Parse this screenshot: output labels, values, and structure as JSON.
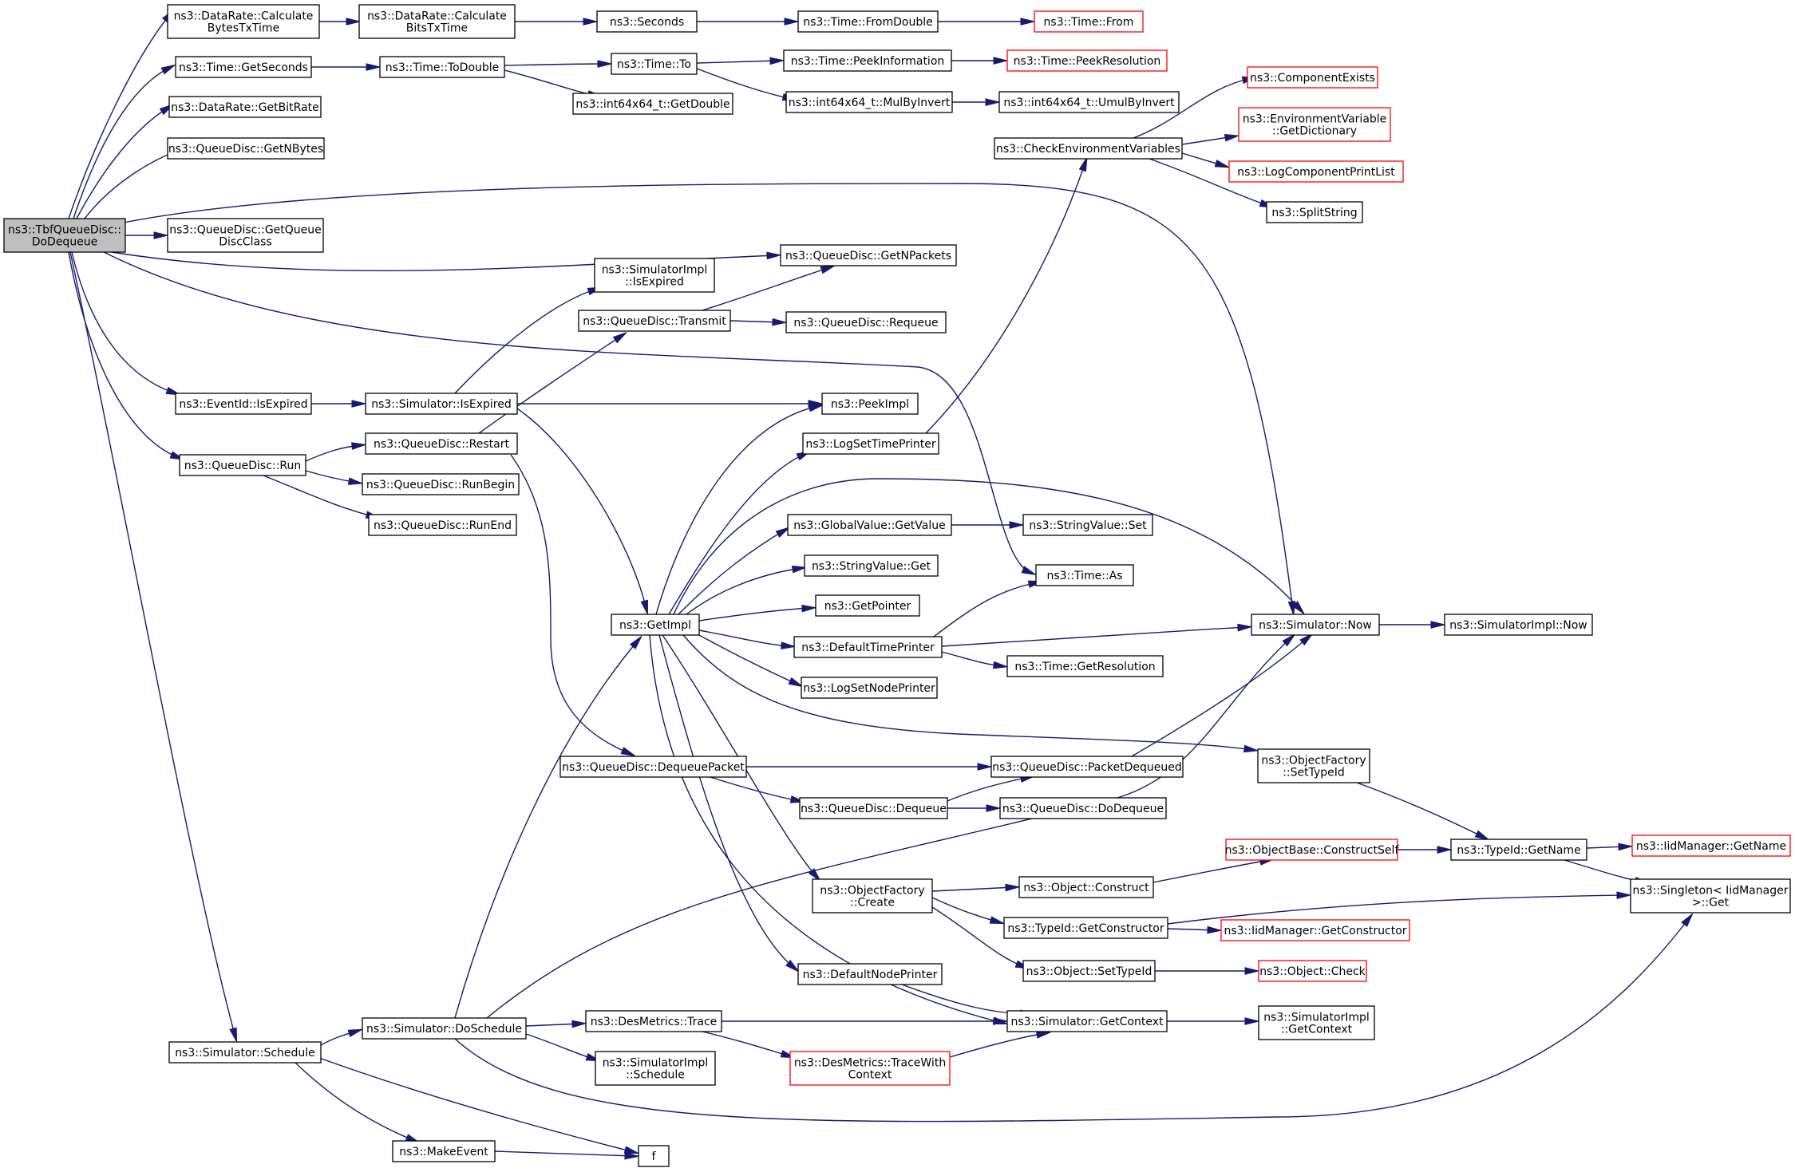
{
  "colors": {
    "edge": "#191970",
    "border_normal": "#000000",
    "border_truncated": "#ff0000",
    "fill_normal": "#ffffff",
    "fill_root": "#bfbfbf"
  },
  "nodes": [
    {
      "id": "root",
      "label": [
        "ns3::TbfQueueDisc::",
        "DoDequeue"
      ],
      "kind": "root"
    },
    {
      "id": "cbtt",
      "label": [
        "ns3::DataRate::Calculate",
        "BytesTxTime"
      ],
      "kind": "normal"
    },
    {
      "id": "cbitt",
      "label": [
        "ns3::DataRate::Calculate",
        "BitsTxTime"
      ],
      "kind": "normal"
    },
    {
      "id": "seconds",
      "label": [
        "ns3::Seconds"
      ],
      "kind": "normal"
    },
    {
      "id": "fromdouble",
      "label": [
        "ns3::Time::FromDouble"
      ],
      "kind": "normal"
    },
    {
      "id": "timefrom",
      "label": [
        "ns3::Time::From"
      ],
      "kind": "truncated"
    },
    {
      "id": "getseconds",
      "label": [
        "ns3::Time::GetSeconds"
      ],
      "kind": "normal"
    },
    {
      "id": "todouble",
      "label": [
        "ns3::Time::ToDouble"
      ],
      "kind": "normal"
    },
    {
      "id": "timeto",
      "label": [
        "ns3::Time::To"
      ],
      "kind": "normal"
    },
    {
      "id": "peekinfo",
      "label": [
        "ns3::Time::PeekInformation"
      ],
      "kind": "normal"
    },
    {
      "id": "peekres",
      "label": [
        "ns3::Time::PeekResolution"
      ],
      "kind": "truncated"
    },
    {
      "id": "getdouble",
      "label": [
        "ns3::int64x64_t::GetDouble"
      ],
      "kind": "normal"
    },
    {
      "id": "mulbyinv",
      "label": [
        "ns3::int64x64_t::MulByInvert"
      ],
      "kind": "normal"
    },
    {
      "id": "umulbyinv",
      "label": [
        "ns3::int64x64_t::UmulByInvert"
      ],
      "kind": "normal"
    },
    {
      "id": "getbitrate",
      "label": [
        "ns3::DataRate::GetBitRate"
      ],
      "kind": "normal"
    },
    {
      "id": "getnbytes",
      "label": [
        "ns3::QueueDisc::GetNBytes"
      ],
      "kind": "normal"
    },
    {
      "id": "getqdc",
      "label": [
        "ns3::QueueDisc::GetQueue",
        "DiscClass"
      ],
      "kind": "normal"
    },
    {
      "id": "getnpackets",
      "label": [
        "ns3::QueueDisc::GetNPackets"
      ],
      "kind": "normal"
    },
    {
      "id": "compexists",
      "label": [
        "ns3::ComponentExists"
      ],
      "kind": "truncated"
    },
    {
      "id": "envdict",
      "label": [
        "ns3::EnvironmentVariable",
        "::GetDictionary"
      ],
      "kind": "truncated"
    },
    {
      "id": "checkenv",
      "label": [
        "ns3::CheckEnvironmentVariables"
      ],
      "kind": "normal"
    },
    {
      "id": "logcpl",
      "label": [
        "ns3::LogComponentPrintList"
      ],
      "kind": "truncated"
    },
    {
      "id": "splitstring",
      "label": [
        "ns3::SplitString"
      ],
      "kind": "normal"
    },
    {
      "id": "simimplexp",
      "label": [
        "ns3::SimulatorImpl",
        "::IsExpired"
      ],
      "kind": "normal"
    },
    {
      "id": "transmit",
      "label": [
        "ns3::QueueDisc::Transmit"
      ],
      "kind": "normal"
    },
    {
      "id": "requeue",
      "label": [
        "ns3::QueueDisc::Requeue"
      ],
      "kind": "normal"
    },
    {
      "id": "evexp",
      "label": [
        "ns3::EventId::IsExpired"
      ],
      "kind": "normal"
    },
    {
      "id": "simexp",
      "label": [
        "ns3::Simulator::IsExpired"
      ],
      "kind": "normal"
    },
    {
      "id": "peekimpl",
      "label": [
        "ns3::PeekImpl"
      ],
      "kind": "normal"
    },
    {
      "id": "qdrun",
      "label": [
        "ns3::QueueDisc::Run"
      ],
      "kind": "normal"
    },
    {
      "id": "restart",
      "label": [
        "ns3::QueueDisc::Restart"
      ],
      "kind": "normal"
    },
    {
      "id": "logstp",
      "label": [
        "ns3::LogSetTimePrinter"
      ],
      "kind": "normal"
    },
    {
      "id": "runbegin",
      "label": [
        "ns3::QueueDisc::RunBegin"
      ],
      "kind": "normal"
    },
    {
      "id": "runend",
      "label": [
        "ns3::QueueDisc::RunEnd"
      ],
      "kind": "normal"
    },
    {
      "id": "gvgetvalue",
      "label": [
        "ns3::GlobalValue::GetValue"
      ],
      "kind": "normal"
    },
    {
      "id": "svset",
      "label": [
        "ns3::StringValue::Set"
      ],
      "kind": "normal"
    },
    {
      "id": "svget",
      "label": [
        "ns3::StringValue::Get"
      ],
      "kind": "normal"
    },
    {
      "id": "timeas",
      "label": [
        "ns3::Time::As"
      ],
      "kind": "normal"
    },
    {
      "id": "getpointer",
      "label": [
        "ns3::GetPointer"
      ],
      "kind": "normal"
    },
    {
      "id": "getimpl",
      "label": [
        "ns3::GetImpl"
      ],
      "kind": "normal"
    },
    {
      "id": "deftp",
      "label": [
        "ns3::DefaultTimePrinter"
      ],
      "kind": "normal"
    },
    {
      "id": "simnow",
      "label": [
        "ns3::Simulator::Now"
      ],
      "kind": "normal"
    },
    {
      "id": "siminow",
      "label": [
        "ns3::SimulatorImpl::Now"
      ],
      "kind": "normal"
    },
    {
      "id": "getres",
      "label": [
        "ns3::Time::GetResolution"
      ],
      "kind": "normal"
    },
    {
      "id": "logsnp",
      "label": [
        "ns3::LogSetNodePrinter"
      ],
      "kind": "normal"
    },
    {
      "id": "ofsettid",
      "label": [
        "ns3::ObjectFactory",
        "::SetTypeId"
      ],
      "kind": "normal"
    },
    {
      "id": "deqpacket",
      "label": [
        "ns3::QueueDisc::DequeuePacket"
      ],
      "kind": "normal"
    },
    {
      "id": "pktdeq",
      "label": [
        "ns3::QueueDisc::PacketDequeued"
      ],
      "kind": "normal"
    },
    {
      "id": "qddeq",
      "label": [
        "ns3::QueueDisc::Dequeue"
      ],
      "kind": "normal"
    },
    {
      "id": "qddodeq",
      "label": [
        "ns3::QueueDisc::DoDequeue"
      ],
      "kind": "normal"
    },
    {
      "id": "obcs",
      "label": [
        "ns3::ObjectBase::ConstructSelf"
      ],
      "kind": "truncated"
    },
    {
      "id": "tidgetname",
      "label": [
        "ns3::TypeId::GetName"
      ],
      "kind": "normal"
    },
    {
      "id": "iidgetname",
      "label": [
        "ns3::IidManager::GetName"
      ],
      "kind": "truncated"
    },
    {
      "id": "ofcreate",
      "label": [
        "ns3::ObjectFactory",
        "::Create"
      ],
      "kind": "normal"
    },
    {
      "id": "objconstruct",
      "label": [
        "ns3::Object::Construct"
      ],
      "kind": "normal"
    },
    {
      "id": "singleton",
      "label": [
        "ns3::Singleton< IidManager",
        ">::Get"
      ],
      "kind": "normal"
    },
    {
      "id": "tidgetctor",
      "label": [
        "ns3::TypeId::GetConstructor"
      ],
      "kind": "normal"
    },
    {
      "id": "iidgetctor",
      "label": [
        "ns3::IidManager::GetConstructor"
      ],
      "kind": "truncated"
    },
    {
      "id": "defnp",
      "label": [
        "ns3::DefaultNodePrinter"
      ],
      "kind": "normal"
    },
    {
      "id": "objsettid",
      "label": [
        "ns3::Object::SetTypeId"
      ],
      "kind": "normal"
    },
    {
      "id": "objcheck",
      "label": [
        "ns3::Object::Check"
      ],
      "kind": "truncated"
    },
    {
      "id": "simsched",
      "label": [
        "ns3::Simulator::Schedule"
      ],
      "kind": "normal"
    },
    {
      "id": "dosched",
      "label": [
        "ns3::Simulator::DoSchedule"
      ],
      "kind": "normal"
    },
    {
      "id": "desmtrace",
      "label": [
        "ns3::DesMetrics::Trace"
      ],
      "kind": "normal"
    },
    {
      "id": "simgetctx",
      "label": [
        "ns3::Simulator::GetContext"
      ],
      "kind": "normal"
    },
    {
      "id": "simigetctx",
      "label": [
        "ns3::SimulatorImpl",
        "::GetContext"
      ],
      "kind": "normal"
    },
    {
      "id": "simisched",
      "label": [
        "ns3::SimulatorImpl",
        "::Schedule"
      ],
      "kind": "normal"
    },
    {
      "id": "desmtwc",
      "label": [
        "ns3::DesMetrics::TraceWith",
        "Context"
      ],
      "kind": "truncated"
    },
    {
      "id": "makeevent",
      "label": [
        "ns3::MakeEvent"
      ],
      "kind": "normal"
    },
    {
      "id": "f",
      "label": [
        "f"
      ],
      "kind": "normal"
    }
  ]
}
